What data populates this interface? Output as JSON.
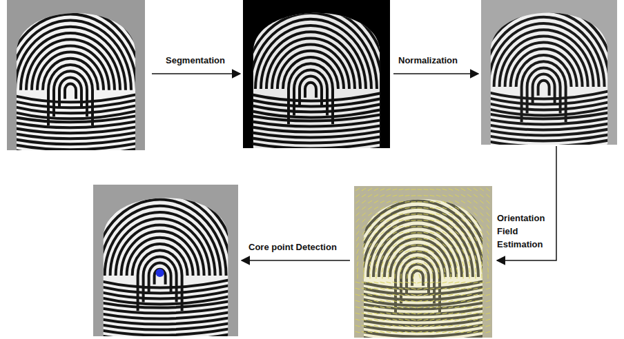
{
  "diagram": {
    "labels": [
      "Segmentation",
      "Normalization",
      "Orientation Field Estimation",
      "Core point Detection"
    ]
  }
}
